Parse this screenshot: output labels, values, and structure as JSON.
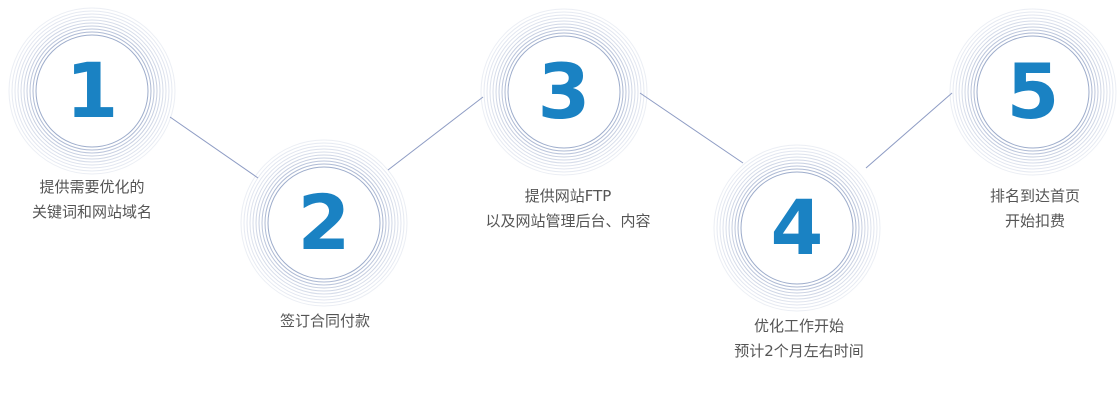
{
  "steps": [
    {
      "number": "1",
      "line1": "提供需要优化的",
      "line2": "关键词和网站域名"
    },
    {
      "number": "2",
      "line1": "签订合同付款",
      "line2": ""
    },
    {
      "number": "3",
      "line1": "提供网站FTP",
      "line2": "以及网站管理后台、内容"
    },
    {
      "number": "4",
      "line1": "优化工作开始",
      "line2": "预计2个月左右时间"
    },
    {
      "number": "5",
      "line1": "排名到达首页",
      "line2": "开始扣费"
    }
  ],
  "colors": {
    "number": "#1a82c3",
    "ring": "#8fa0c4",
    "connector": "#8e9cc4",
    "caption": "#555555"
  }
}
